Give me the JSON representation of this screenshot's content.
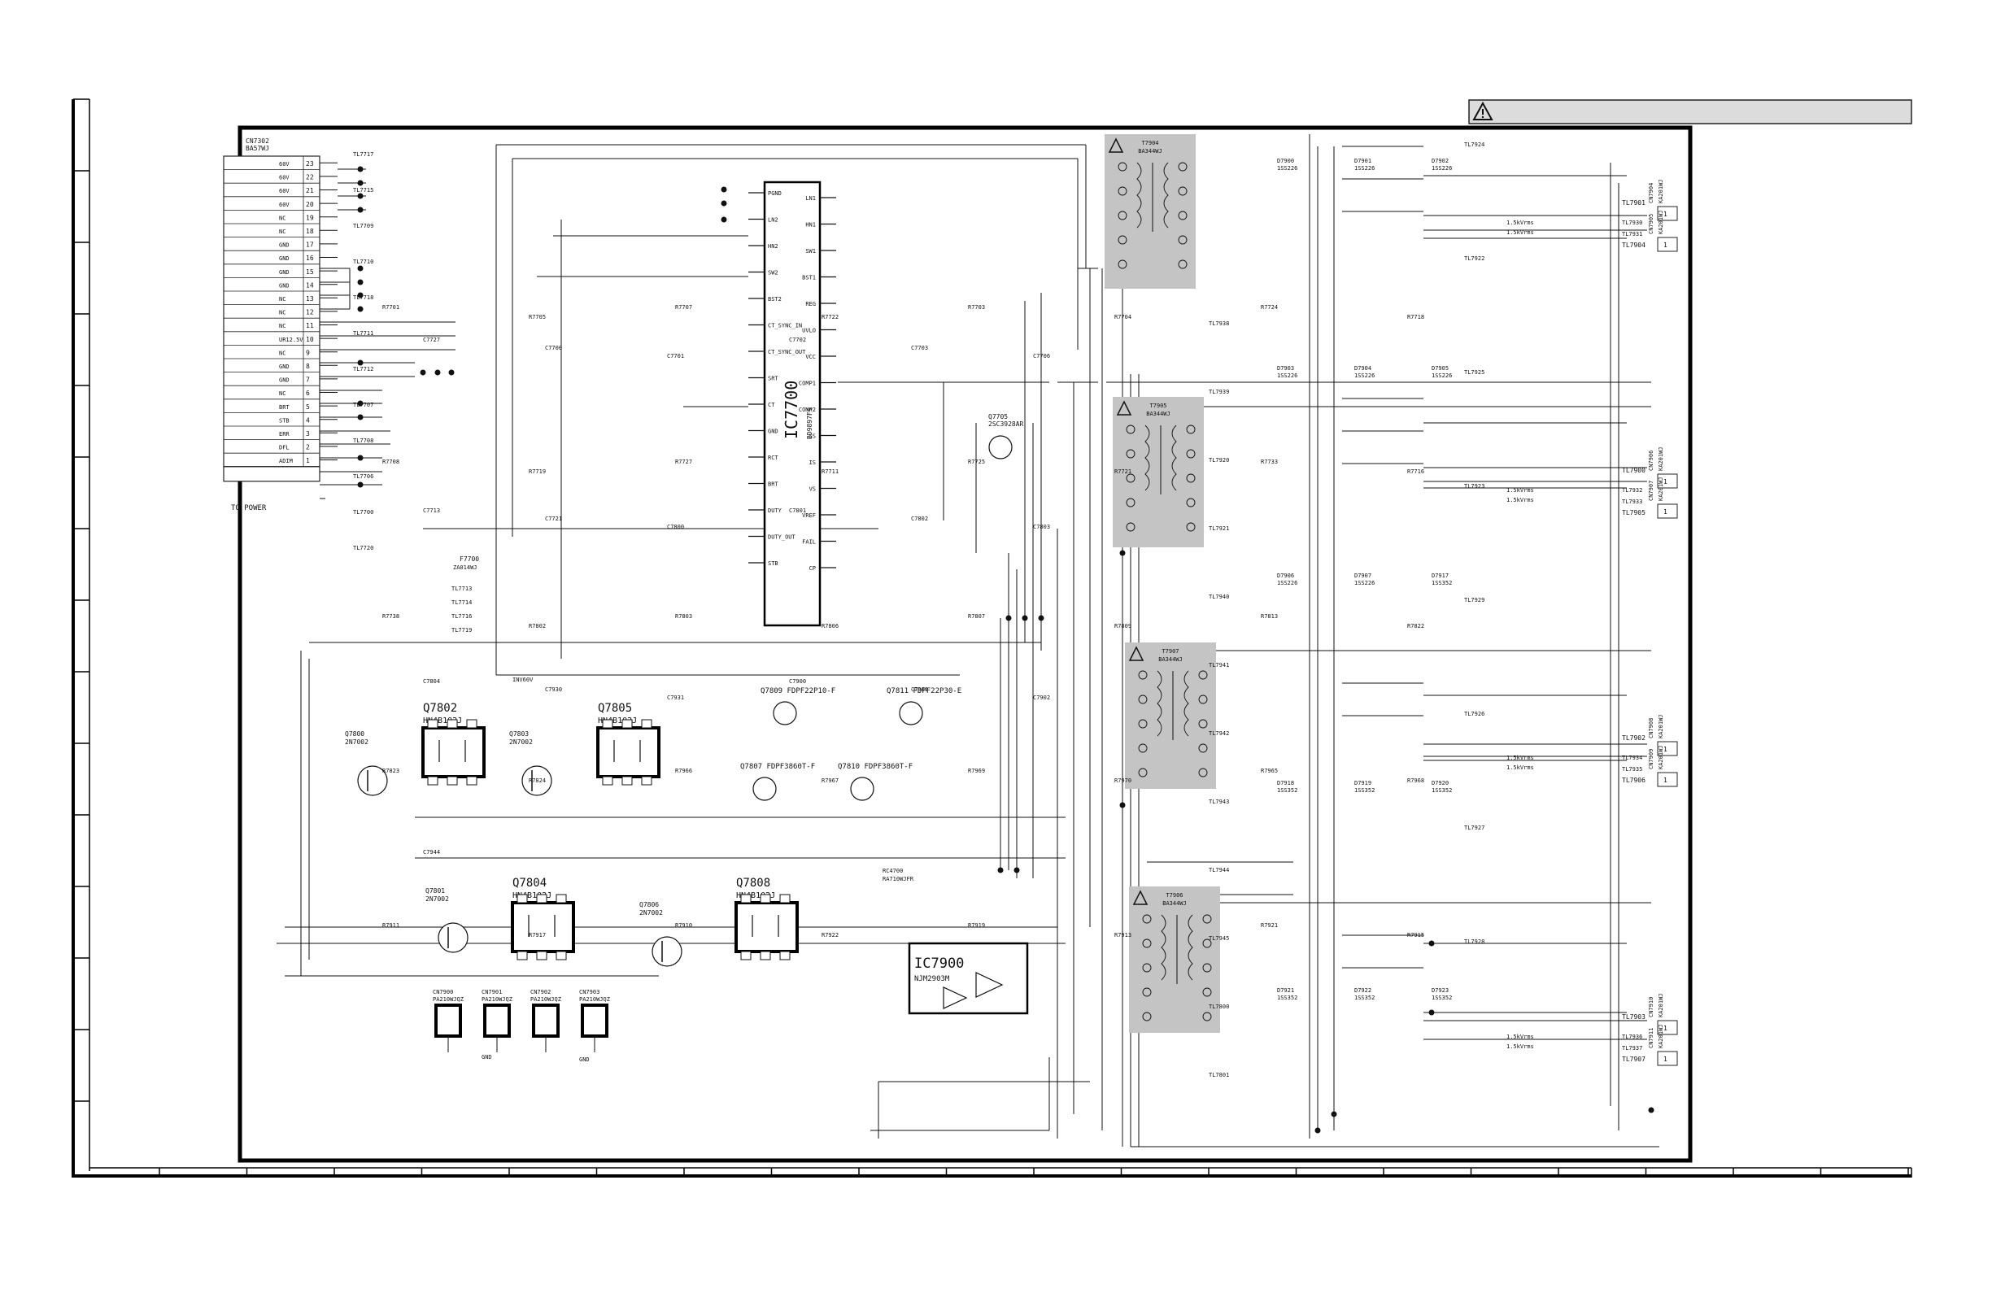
{
  "connector_main": {
    "ref": "CN7302",
    "part": "BA57WJ",
    "footer": "TO POWER",
    "pins": [
      {
        "label": "60V",
        "num": "23"
      },
      {
        "label": "60V",
        "num": "22"
      },
      {
        "label": "60V",
        "num": "21"
      },
      {
        "label": "60V",
        "num": "20"
      },
      {
        "label": "NC",
        "num": "19"
      },
      {
        "label": "NC",
        "num": "18"
      },
      {
        "label": "GND",
        "num": "17"
      },
      {
        "label": "GND",
        "num": "16"
      },
      {
        "label": "GND",
        "num": "15"
      },
      {
        "label": "GND",
        "num": "14"
      },
      {
        "label": "NC",
        "num": "13"
      },
      {
        "label": "NC",
        "num": "12"
      },
      {
        "label": "NC",
        "num": "11"
      },
      {
        "label": "UR12.5V",
        "num": "10"
      },
      {
        "label": "NC",
        "num": "9"
      },
      {
        "label": "GND",
        "num": "8"
      },
      {
        "label": "GND",
        "num": "7"
      },
      {
        "label": "NC",
        "num": "6"
      },
      {
        "label": "BRT",
        "num": "5"
      },
      {
        "label": "STB",
        "num": "4"
      },
      {
        "label": "ERR",
        "num": "3"
      },
      {
        "label": "DFL",
        "num": "2"
      },
      {
        "label": "ADIM",
        "num": "1"
      }
    ]
  },
  "ic7700": {
    "ref": "IC7700",
    "part": "BD9897FS",
    "left_pins": [
      "PGND",
      "LN2",
      "HN2",
      "SW2",
      "BST2",
      "CT_SYNC_IN",
      "CT_SYNC_OUT",
      "SRT",
      "CT",
      "GND",
      "RCT",
      "BRT",
      "DUTY",
      "DUTY_OUT",
      "STB"
    ],
    "right_pins": [
      "LN1",
      "HN1",
      "SW1",
      "BST1",
      "REG",
      "UVLO",
      "VCC",
      "COMP1",
      "COMP2",
      "SS",
      "IS",
      "VS",
      "VREF",
      "FAIL",
      "CP"
    ]
  },
  "ic7900": {
    "ref": "IC7900",
    "part": "NJM2903M"
  },
  "transformers": [
    {
      "ref": "T7904",
      "part": "BA344WJ"
    },
    {
      "ref": "T7905",
      "part": "BA344WJ"
    },
    {
      "ref": "T7907",
      "part": "BA344WJ"
    },
    {
      "ref": "T7906",
      "part": "BA344WJ"
    }
  ],
  "transistors": [
    {
      "ref": "Q7802",
      "part": "HN4B102J"
    },
    {
      "ref": "Q7805",
      "part": "HN4B102J"
    },
    {
      "ref": "Q7804",
      "part": "HN4B102J"
    },
    {
      "ref": "Q7808",
      "part": "HN4B102J"
    },
    {
      "ref": "Q7800",
      "part": "2N7002"
    },
    {
      "ref": "Q7803",
      "part": "2N7002"
    },
    {
      "ref": "Q7801",
      "part": "2N7002"
    },
    {
      "ref": "Q7806",
      "part": "2N7002"
    },
    {
      "ref": "Q7809",
      "part": "FDPF22P10-F"
    },
    {
      "ref": "Q7811",
      "part": "FDPF22P30-E"
    },
    {
      "ref": "Q7807",
      "part": "FDPF3860T-F"
    },
    {
      "ref": "Q7810",
      "part": "FDPF3860T-F"
    },
    {
      "ref": "Q7705",
      "part": "2SC3928AR"
    }
  ],
  "small_connectors": [
    {
      "ref": "CN7900",
      "part": "PA210WJQZ"
    },
    {
      "ref": "CN7901",
      "part": "PA210WJQZ"
    },
    {
      "ref": "CN7902",
      "part": "PA210WJQZ"
    },
    {
      "ref": "CN7903",
      "part": "PA210WJQZ"
    }
  ],
  "gnd_label": "GND",
  "output_connectors": [
    {
      "ref": "CN7904",
      "part": "KA201WJ",
      "tl_a": "TL7901",
      "tl_b": "TL7930",
      "tl_c": "TL7931",
      "tl_d": "TL7904"
    },
    {
      "ref": "CN7905",
      "part": "KA201WJ",
      "tl_a": "",
      "tl_b": "",
      "tl_c": "",
      "tl_d": ""
    },
    {
      "ref": "CN7906",
      "part": "KA201WJ",
      "tl_a": "TL7900",
      "tl_b": "TL7932",
      "tl_c": "TL7933",
      "tl_d": "TL7905"
    },
    {
      "ref": "CN7907",
      "part": "KA201WJ",
      "tl_a": "",
      "tl_b": "",
      "tl_c": "",
      "tl_d": ""
    },
    {
      "ref": "CN7908",
      "part": "KA201WJ",
      "tl_a": "TL7902",
      "tl_b": "TL7934",
      "tl_c": "TL7935",
      "tl_d": "TL7906"
    },
    {
      "ref": "CN7909",
      "part": "KA201WJ",
      "tl_a": "",
      "tl_b": "",
      "tl_c": "",
      "tl_d": ""
    },
    {
      "ref": "CN7910",
      "part": "KA201WJ",
      "tl_a": "TL7903",
      "tl_b": "TL7936",
      "tl_c": "TL7937",
      "tl_d": "TL7907"
    },
    {
      "ref": "CN7911",
      "part": "KA201WJ",
      "tl_a": "",
      "tl_b": "",
      "tl_c": "",
      "tl_d": ""
    }
  ],
  "hv_label": "1.5kVrms",
  "misc_labels": {
    "inv60v": "INV60V",
    "fuse": "F7700",
    "fuse_part": "ZA014WJ",
    "tl_left": [
      "TL7717",
      "TL7715",
      "TL7709",
      "TL7710",
      "TL7718",
      "TL7711",
      "TL7712",
      "TL7707",
      "TL7708",
      "TL7706",
      "TL7700",
      "TL7720"
    ],
    "tl_mid": [
      "TL7713",
      "TL7714",
      "TL7716",
      "TL7719"
    ],
    "tl_center": [
      "TL7938",
      "TL7939",
      "TL7920",
      "TL7921",
      "TL7940",
      "TL7941",
      "TL7942",
      "TL7943",
      "TL7944",
      "TL7945",
      "TL7800",
      "TL7801"
    ],
    "tl_right": [
      "TL7924",
      "TL7922",
      "TL7925",
      "TL7923",
      "TL7929",
      "TL7926",
      "TL7927",
      "TL7928"
    ],
    "resistors": [
      "R7701",
      "R7705",
      "R7707",
      "R7722",
      "R7703",
      "R7704",
      "R7724",
      "R7718",
      "R7708",
      "R7719",
      "R7727",
      "R7711",
      "R7725",
      "R7721",
      "R7733",
      "R7716",
      "R7738",
      "R7802",
      "R7803",
      "R7806",
      "R7807",
      "R7809",
      "R7813",
      "R7822",
      "R7823",
      "R7824",
      "R7966",
      "R7967",
      "R7969",
      "R7970",
      "R7965",
      "R7968",
      "R7911",
      "R7917",
      "R7910",
      "R7922",
      "R7919",
      "R7913",
      "R7921",
      "R7915"
    ],
    "capacitors": [
      "C7727",
      "C7700",
      "C7701",
      "C7702",
      "C7703",
      "C7706",
      "C7713",
      "C7721",
      "C7800",
      "C7801",
      "C7802",
      "C7803",
      "C7804",
      "C7930",
      "C7931",
      "C7900",
      "C7901",
      "C7902",
      "C7944"
    ],
    "diodes": [
      "D7900",
      "D7901",
      "D7902",
      "D7903",
      "D7904",
      "D7905",
      "D7906",
      "D7907",
      "D7917",
      "D7918",
      "D7919",
      "D7920",
      "D7921",
      "D7922",
      "D7923"
    ],
    "diode_part": "1SS226",
    "diode_small": "1SS352",
    "rc_part": "RC4700",
    "rc_part2": "RA710WJFR"
  },
  "colors": {
    "line": "#111111",
    "shade": "#c4c4c4",
    "frame": "#000000",
    "banner": "#dcdcdc"
  }
}
